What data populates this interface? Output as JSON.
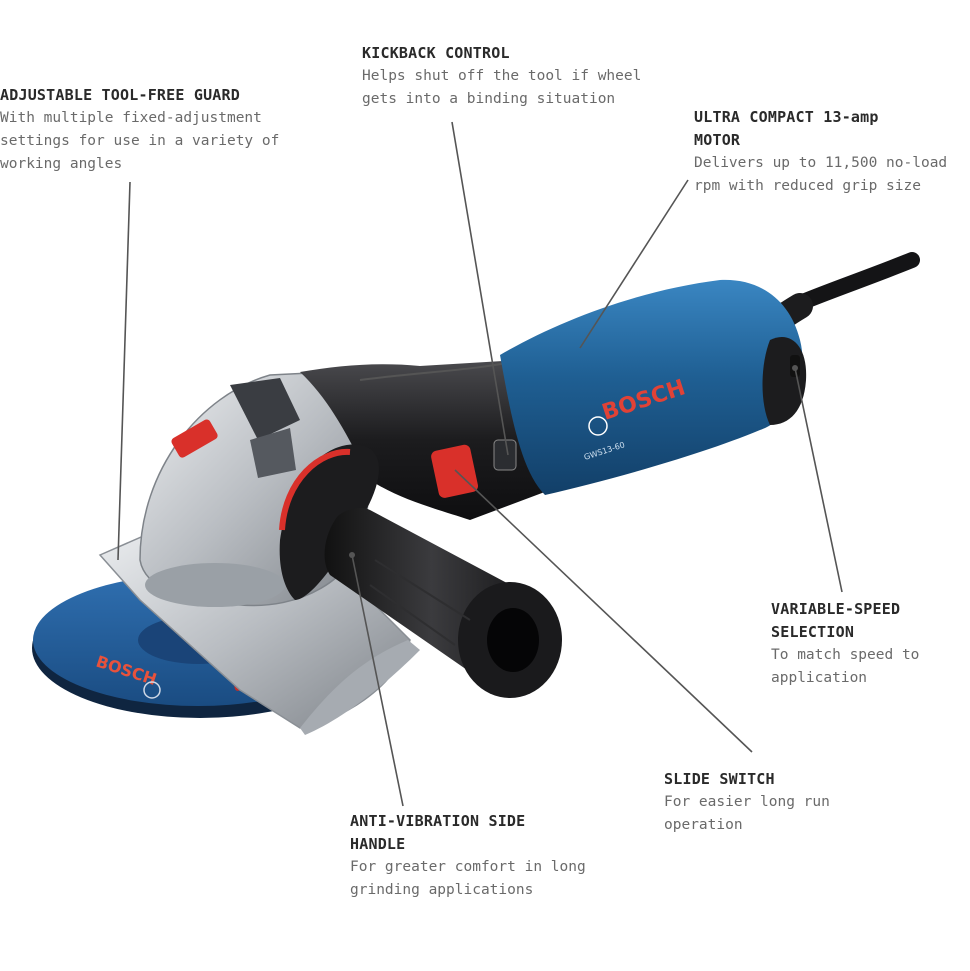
{
  "callouts": {
    "guard": {
      "title": "ADJUSTABLE TOOL-FREE GUARD",
      "desc": "With multiple fixed-adjustment\nsettings for use in a variety of\nworking angles"
    },
    "kickback": {
      "title": "KICKBACK CONTROL",
      "desc": "Helps shut off the tool if wheel\ngets into a binding situation"
    },
    "motor": {
      "title": "ULTRA COMPACT 13-amp\nMOTOR",
      "desc": "Delivers up to 11,500 no-load\nrpm with reduced grip size"
    },
    "variable_speed": {
      "title": "VARIABLE-SPEED\nSELECTION",
      "desc": "To match speed to\napplication"
    },
    "slide_switch": {
      "title": "SLIDE SWITCH",
      "desc": "For easier long run\noperation"
    },
    "handle": {
      "title": "ANTI-VIBRATION SIDE\nHANDLE",
      "desc": "For greater comfort in long\ngrinding applications"
    }
  },
  "tool": {
    "brand": "BOSCH",
    "model": "GWS13-60",
    "disc_brand": "BOSCH"
  },
  "colors": {
    "body_blue": "#1f5f93",
    "body_blue_dark": "#123f68",
    "accent_red": "#d9302a",
    "black": "#1c1c1e",
    "silver": "#c9ccd0",
    "leader": "#555555"
  }
}
